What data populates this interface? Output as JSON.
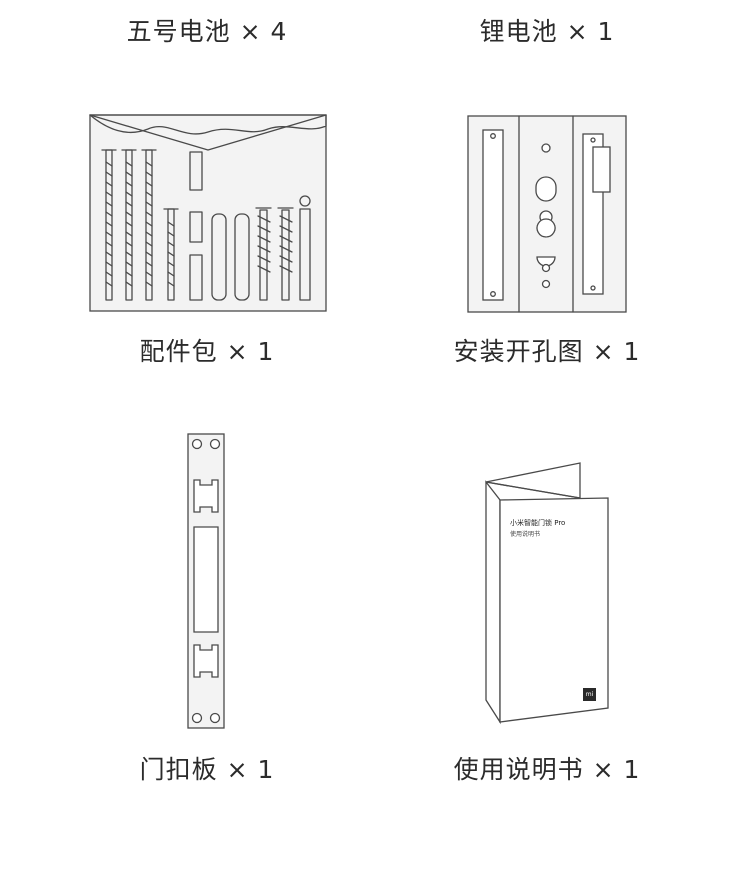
{
  "items": [
    {
      "label": "五号电池 × 4"
    },
    {
      "label": "锂电池 × 1"
    },
    {
      "label": "配件包 × 1"
    },
    {
      "label": "安装开孔图 × 1"
    },
    {
      "label": "门扣板 × 1"
    },
    {
      "label": "使用说明书 × 1"
    }
  ],
  "manual": {
    "title": "小米智能门锁 Pro",
    "subtitle": "使用说明书",
    "logo": "mi"
  },
  "colors": {
    "line": "#4a4a4a",
    "panel": "#f3f3f3",
    "text": "#2b2b2b"
  }
}
